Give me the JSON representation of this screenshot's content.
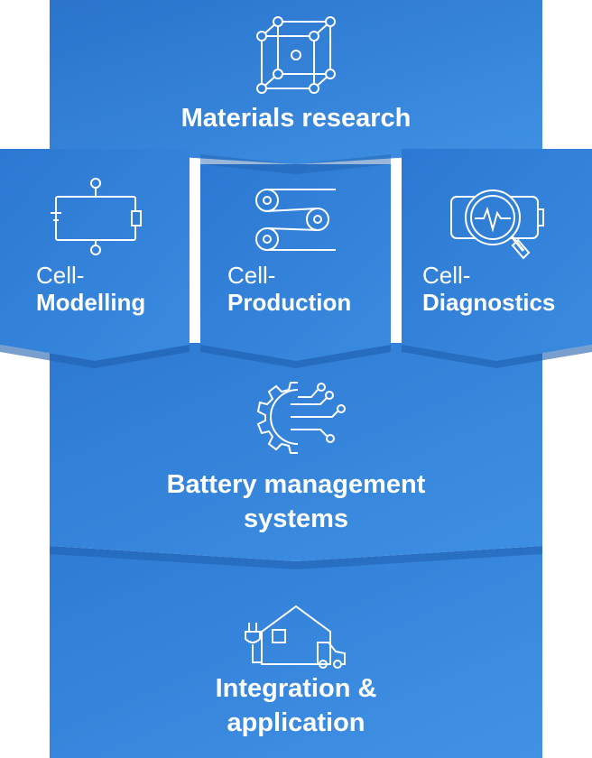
{
  "diagram": {
    "colors": {
      "blue_top": "#2f7fd6",
      "blue_mid": "#3b8de0",
      "blue_dark_edge": "#1f5fae",
      "icon_stroke": "#ffffff",
      "text": "#ffffff"
    },
    "stages": [
      {
        "id": "materials",
        "title": "Materials research",
        "icon": "crystal-lattice-icon"
      },
      {
        "id": "modelling",
        "line1": "Cell-",
        "line2": "Modelling",
        "icon": "circuit-battery-icon"
      },
      {
        "id": "production",
        "line1": "Cell-",
        "line2": "Production",
        "icon": "rollers-icon"
      },
      {
        "id": "diagnostics",
        "line1": "Cell-",
        "line2": "Diagnostics",
        "icon": "battery-magnifier-icon"
      },
      {
        "id": "bms",
        "title_line1": "Battery management",
        "title_line2": "systems",
        "icon": "gear-circuit-icon"
      },
      {
        "id": "integration",
        "title_line1": "Integration &",
        "title_line2": "application",
        "icon": "house-car-plug-icon"
      }
    ]
  }
}
